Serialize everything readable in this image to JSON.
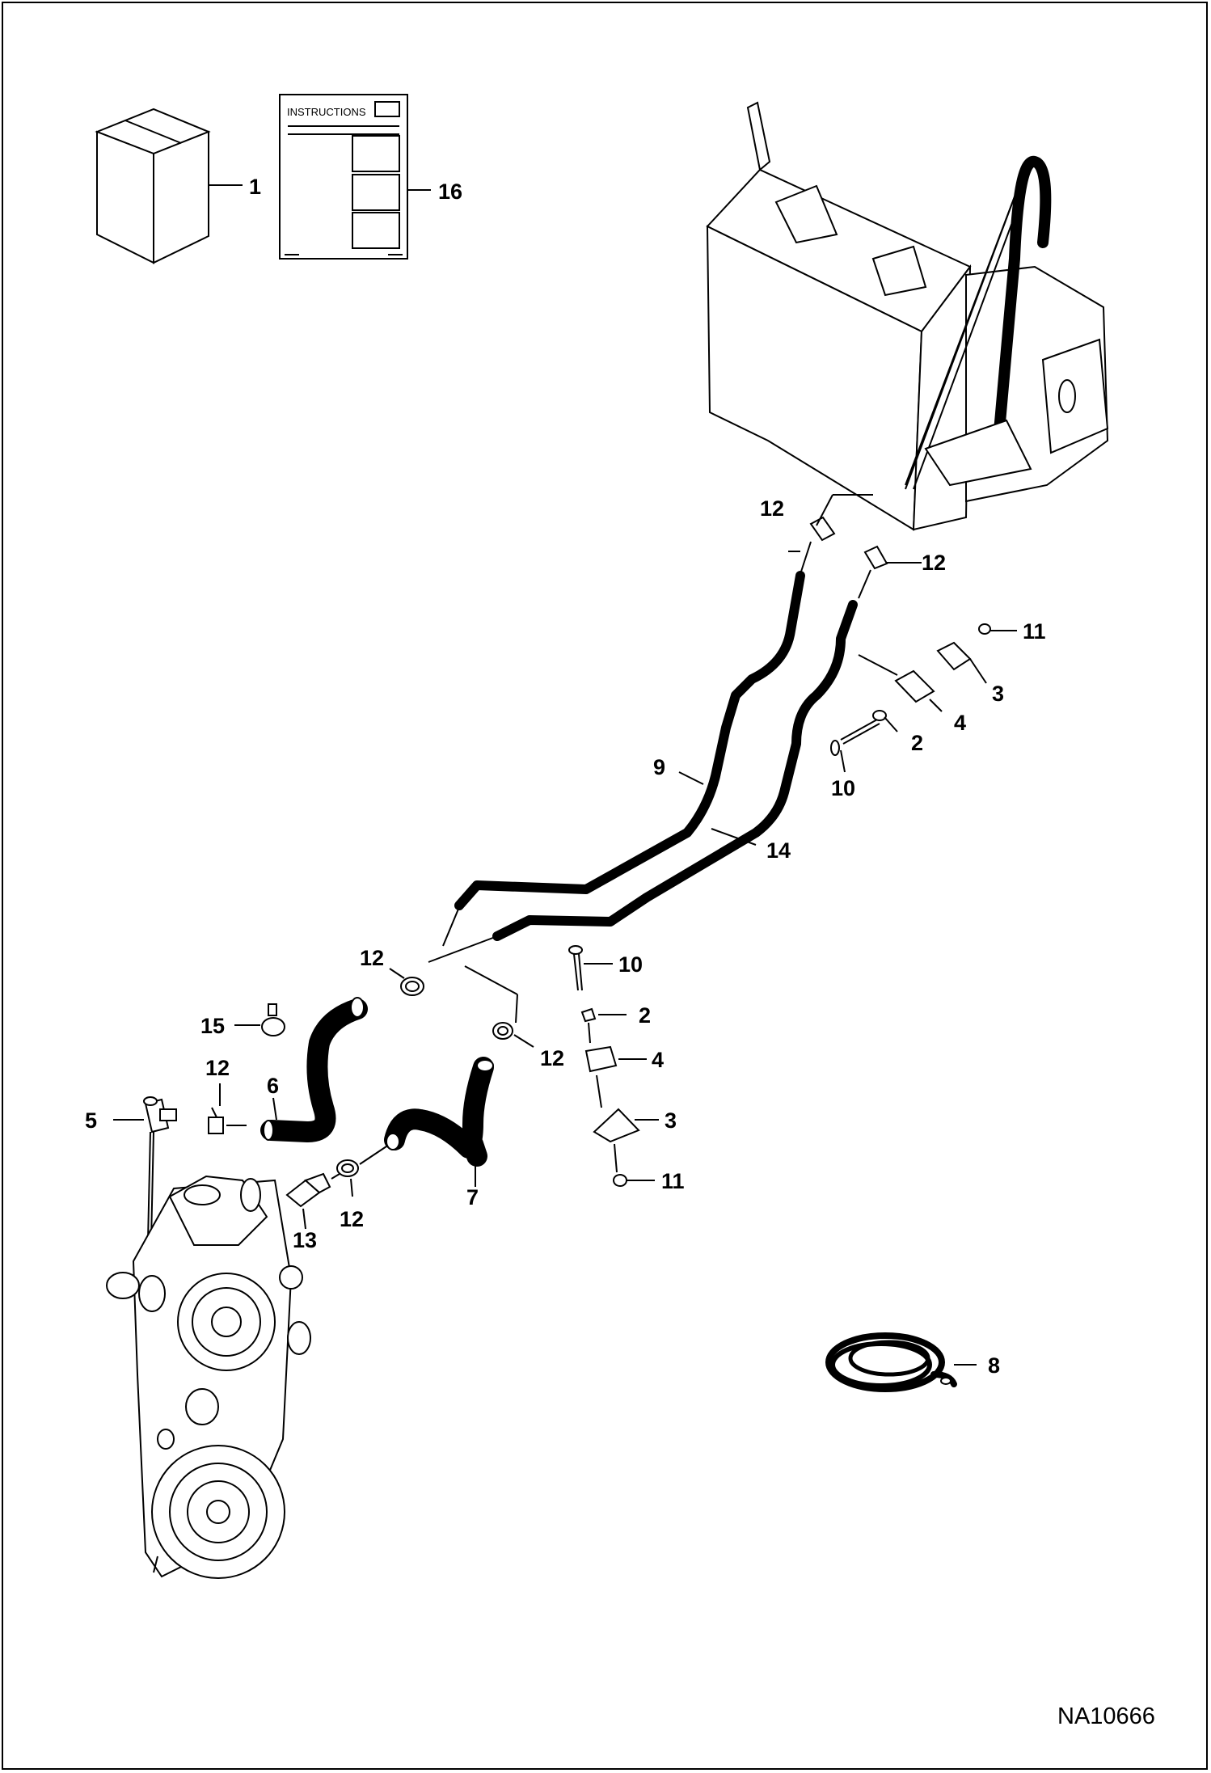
{
  "diagram": {
    "reference_code": "NA10666",
    "instructions_sheet_title": "INSTRUCTIONS",
    "callouts": [
      {
        "id": "c1",
        "text": "1"
      },
      {
        "id": "c16",
        "text": "16"
      },
      {
        "id": "c12a",
        "text": "12"
      },
      {
        "id": "c12b",
        "text": "12"
      },
      {
        "id": "c11a",
        "text": "11"
      },
      {
        "id": "c3a",
        "text": "3"
      },
      {
        "id": "c4a",
        "text": "4"
      },
      {
        "id": "c2a",
        "text": "2"
      },
      {
        "id": "c10a",
        "text": "10"
      },
      {
        "id": "c9",
        "text": "9"
      },
      {
        "id": "c14",
        "text": "14"
      },
      {
        "id": "c12c",
        "text": "12"
      },
      {
        "id": "c10b",
        "text": "10"
      },
      {
        "id": "c2b",
        "text": "2"
      },
      {
        "id": "c15",
        "text": "15"
      },
      {
        "id": "c12d",
        "text": "12"
      },
      {
        "id": "c4b",
        "text": "4"
      },
      {
        "id": "c12e",
        "text": "12"
      },
      {
        "id": "c6",
        "text": "6"
      },
      {
        "id": "c3b",
        "text": "3"
      },
      {
        "id": "c5",
        "text": "5"
      },
      {
        "id": "c11b",
        "text": "11"
      },
      {
        "id": "c7",
        "text": "7"
      },
      {
        "id": "c13",
        "text": "13"
      },
      {
        "id": "c12f",
        "text": "12"
      },
      {
        "id": "c8",
        "text": "8"
      }
    ]
  }
}
